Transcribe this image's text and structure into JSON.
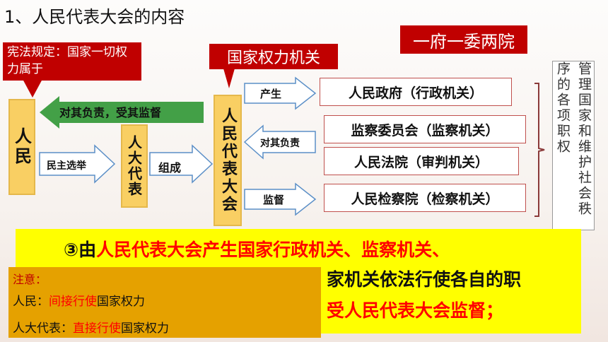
{
  "title": "1、人民代表大会的内容",
  "callout_constitution": "宪法规定：国家一切权力属于",
  "callout_state_power": "国家权力机关",
  "callout_gov": "一府一委两院",
  "people_label": "人民",
  "deputy_label": "人大代表",
  "npc_label": "人民代表大会",
  "arrows": {
    "responsible": "对其负责，受其监督",
    "election": "民主选举",
    "compose": "组成",
    "produce": "产生",
    "responsible_to": "对其负责",
    "supervise": "监督"
  },
  "organs": [
    "人民政府（行政机关）",
    "监察委员会（监察机关）",
    "人民法院（审判机关）",
    "人民检察院（检察机关）"
  ],
  "right_box_text": "管理国家和维护社会秩序的各项职权",
  "yellow": {
    "line1_prefix": "③由",
    "line1_red": "人民代表大会产生国家行政机关、监察机关、",
    "line2": "家机关依法行使各自的职",
    "line3_red": "受人民代表大会监督；"
  },
  "note": {
    "title": "注意：",
    "row1_label": "人民：",
    "row1_red": "间接行使",
    "row1_tail": "国家权力",
    "row2_label": "人大代表：",
    "row2_red": "直接行使",
    "row2_tail": "国家权力"
  },
  "colors": {
    "red": "#c00000",
    "yellow": "#ffff00",
    "orange": "#e5a100",
    "box": "#f9cf63",
    "green": "#43a047"
  }
}
